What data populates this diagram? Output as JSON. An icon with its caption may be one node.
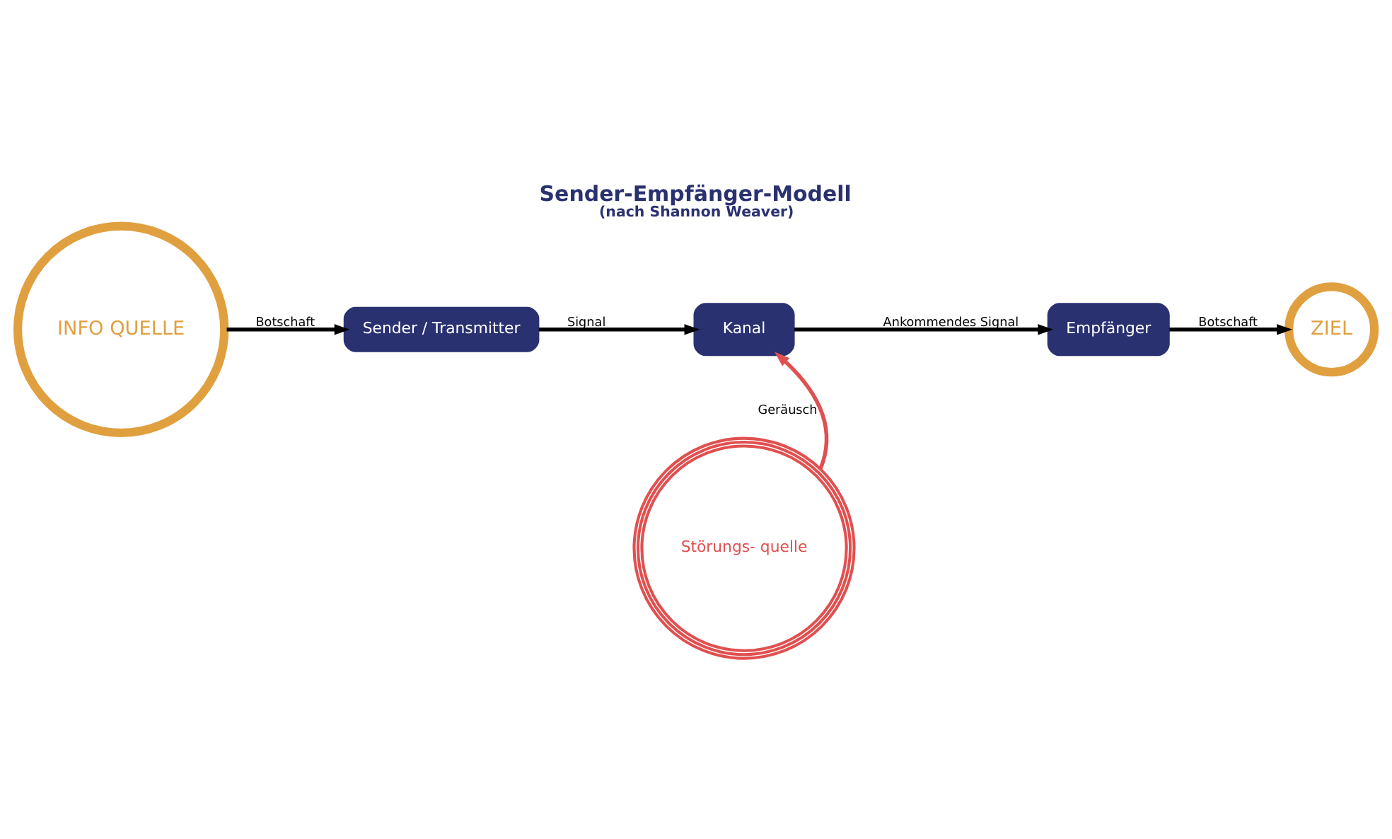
{
  "diagram": {
    "title": "Sender-Empfänger-Modell",
    "caption": "(nach Shannon Weaver)",
    "nodes": [
      {
        "text": [
          "INFO QUELLE"
        ]
      },
      {
        "text": [
          "Sender / Transmitter"
        ]
      },
      {
        "text": [
          "Kanal"
        ]
      },
      {
        "text": [
          "Empfänger"
        ]
      },
      {
        "text": [
          "ZIEL"
        ]
      },
      {
        "text": [
          "Störungs- quelle"
        ]
      }
    ],
    "edges": [
      {
        "from": 0,
        "to": 1,
        "arrow": "to",
        "label": "Botschaft"
      },
      {
        "from": 1,
        "to": 2,
        "arrow": "to",
        "label": "Signal"
      },
      {
        "from": 2,
        "to": 3,
        "arrow": "to",
        "label": "Ankommendes Signal"
      },
      {
        "from": 3,
        "to": 4,
        "arrow": "to",
        "label": "Botschaft"
      },
      {
        "from": 5,
        "to": 2,
        "arrow": "to",
        "label": "Geräusch",
        "color": "#e05050"
      }
    ]
  }
}
